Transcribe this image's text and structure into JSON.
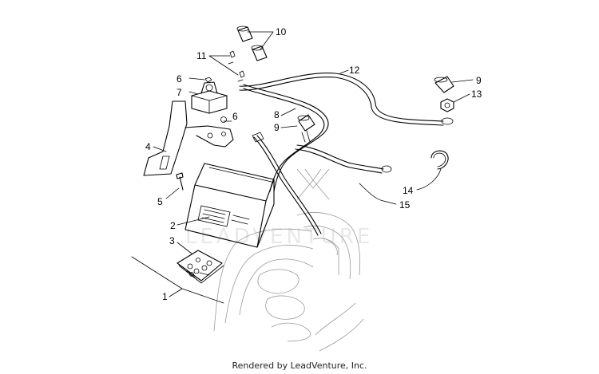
{
  "watermark": "LEADVENTURE",
  "footer": "Rendered by LeadVenture, Inc.",
  "callouts": {
    "c1": "1",
    "c2": "2",
    "c3": "3",
    "c4": "4",
    "c5": "5",
    "c6a": "6",
    "c6b": "6",
    "c7": "7",
    "c8": "8",
    "c9a": "9",
    "c9b": "9",
    "c10": "10",
    "c11": "11",
    "c12": "12",
    "c13": "13",
    "c14": "14",
    "c15": "15"
  }
}
